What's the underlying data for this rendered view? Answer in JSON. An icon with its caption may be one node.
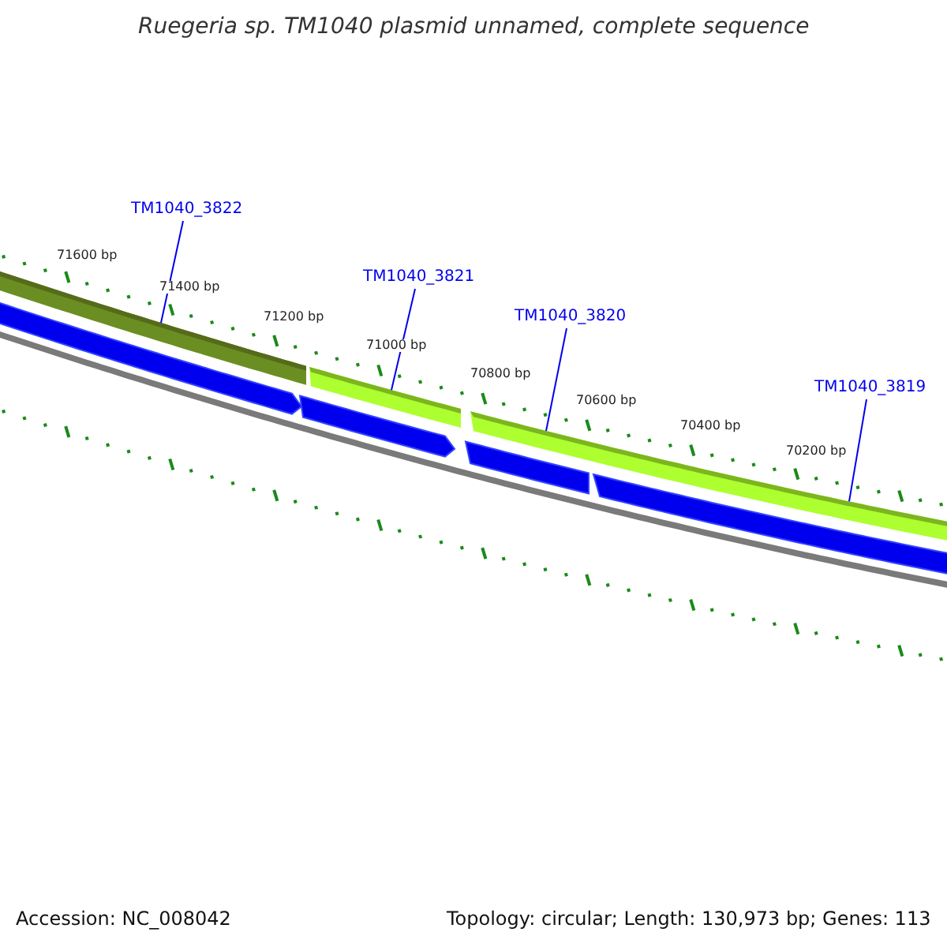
{
  "diagram": {
    "title": "Ruegeria sp. TM1040 plasmid unnamed, complete sequence",
    "nodes": [
      {
        "text": [
          "TM1040_3822"
        ]
      },
      {
        "text": [
          "TM1040_3821"
        ]
      },
      {
        "text": [
          "TM1040_3820"
        ]
      },
      {
        "text": [
          "TM1040_3819"
        ]
      },
      {
        "text": [],
        "shape": "bar"
      },
      {
        "text": [],
        "shape": "bar"
      },
      {
        "text": [],
        "shape": "bar"
      },
      {
        "text": [],
        "shape": "bar"
      },
      {
        "text": [],
        "shape": "bar"
      },
      {
        "text": [],
        "shape": "bar"
      },
      {
        "text": [],
        "shape": "bar"
      },
      {
        "text": [],
        "shape": "bar"
      }
    ],
    "edges": [
      {
        "from": 0,
        "to": 4,
        "arrow": "none"
      },
      {
        "from": 1,
        "to": 5,
        "arrow": "none"
      },
      {
        "from": 2,
        "to": 6,
        "arrow": "none"
      },
      {
        "from": 3,
        "to": 7,
        "arrow": "none"
      }
    ],
    "labels": [
      "71600 bp",
      "71400 bp",
      "71200 bp",
      "71000 bp",
      "70800 bp",
      "70600 bp",
      "70400 bp",
      "70200 bp",
      "Accession: NC_008042",
      "Topology: circular; Length: 130,973 bp; Genes: 113"
    ]
  }
}
